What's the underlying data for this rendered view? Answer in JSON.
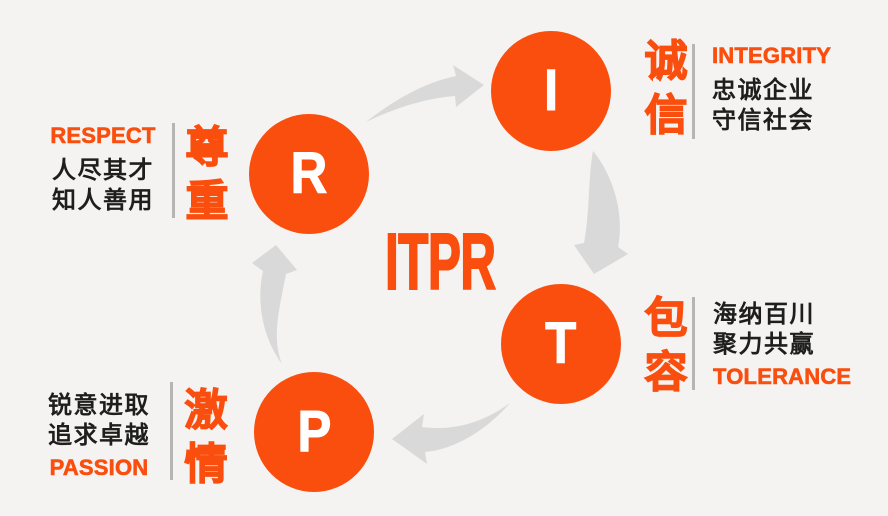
{
  "title": "ITPR",
  "colors": {
    "orange": "#fa4e0e",
    "dark_text": "#1e1e1e",
    "divider_gray": "#b5b5b5",
    "arrow_gray": "#d9d9d9",
    "background": "#f4f3f1",
    "circle_letter": "#ffffff"
  },
  "nodes": [
    {
      "id": "integrity",
      "letter": "I",
      "cn": "诚信",
      "en": "INTEGRITY",
      "line1": "忠诚企业",
      "line2": "守信社会"
    },
    {
      "id": "tolerance",
      "letter": "T",
      "cn": "包容",
      "en": "TOLERANCE",
      "line1": "海纳百川",
      "line2": "聚力共赢"
    },
    {
      "id": "passion",
      "letter": "P",
      "cn": "激情",
      "en": "PASSION",
      "line1": "锐意进取",
      "line2": "追求卓越"
    },
    {
      "id": "respect",
      "letter": "R",
      "cn": "尊重",
      "en": "RESPECT",
      "line1": "人尽其才",
      "line2": "知人善用"
    }
  ],
  "icons": {
    "arrows": [
      "arrow-r-to-i-icon",
      "arrow-i-to-t-icon",
      "arrow-t-to-p-icon",
      "arrow-p-to-r-icon"
    ]
  }
}
